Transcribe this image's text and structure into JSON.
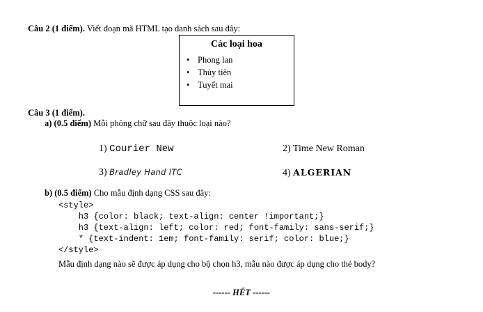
{
  "q2": {
    "label": "Câu 2 (1 điểm).",
    "text": " Viết đoạn mã HTML tạo danh sách sau đây:",
    "box_title": "Các loại hoa",
    "items": [
      "Phong lan",
      "Thủy tiên",
      "Tuyết mai"
    ]
  },
  "q3": {
    "label": "Câu 3 (1 điểm).",
    "a": {
      "label": "a)",
      "points": "(0.5 điểm)",
      "text": " Mỗi phông chữ sau đây thuộc loại nào?",
      "f1_num": "1)",
      "f1": "Courier New",
      "f2": "2) Time New Roman",
      "f3_num": "3)",
      "f3": "Bradley Hand ITC",
      "f4_num": "4)",
      "f4": "ALGERIAN"
    },
    "b": {
      "label": "b)",
      "points": "(0.5 điểm)",
      "text": " Cho mẫu định dạng CSS sau đây:",
      "code": [
        "<style>",
        "    h3 {color: black; text-align: center !important;}",
        "    h3 {text-align: left; color: red; font-family: sans-serif;}",
        "    * {text-indent: 1em; font-family: serif; color: blue;}",
        "</style>"
      ],
      "question": "Mẫu định dạng nào sẽ được áp dụng cho bộ chọn h3, mẫu nào được áp dụng cho thẻ body?"
    }
  },
  "footer": "------ HẾT ------"
}
